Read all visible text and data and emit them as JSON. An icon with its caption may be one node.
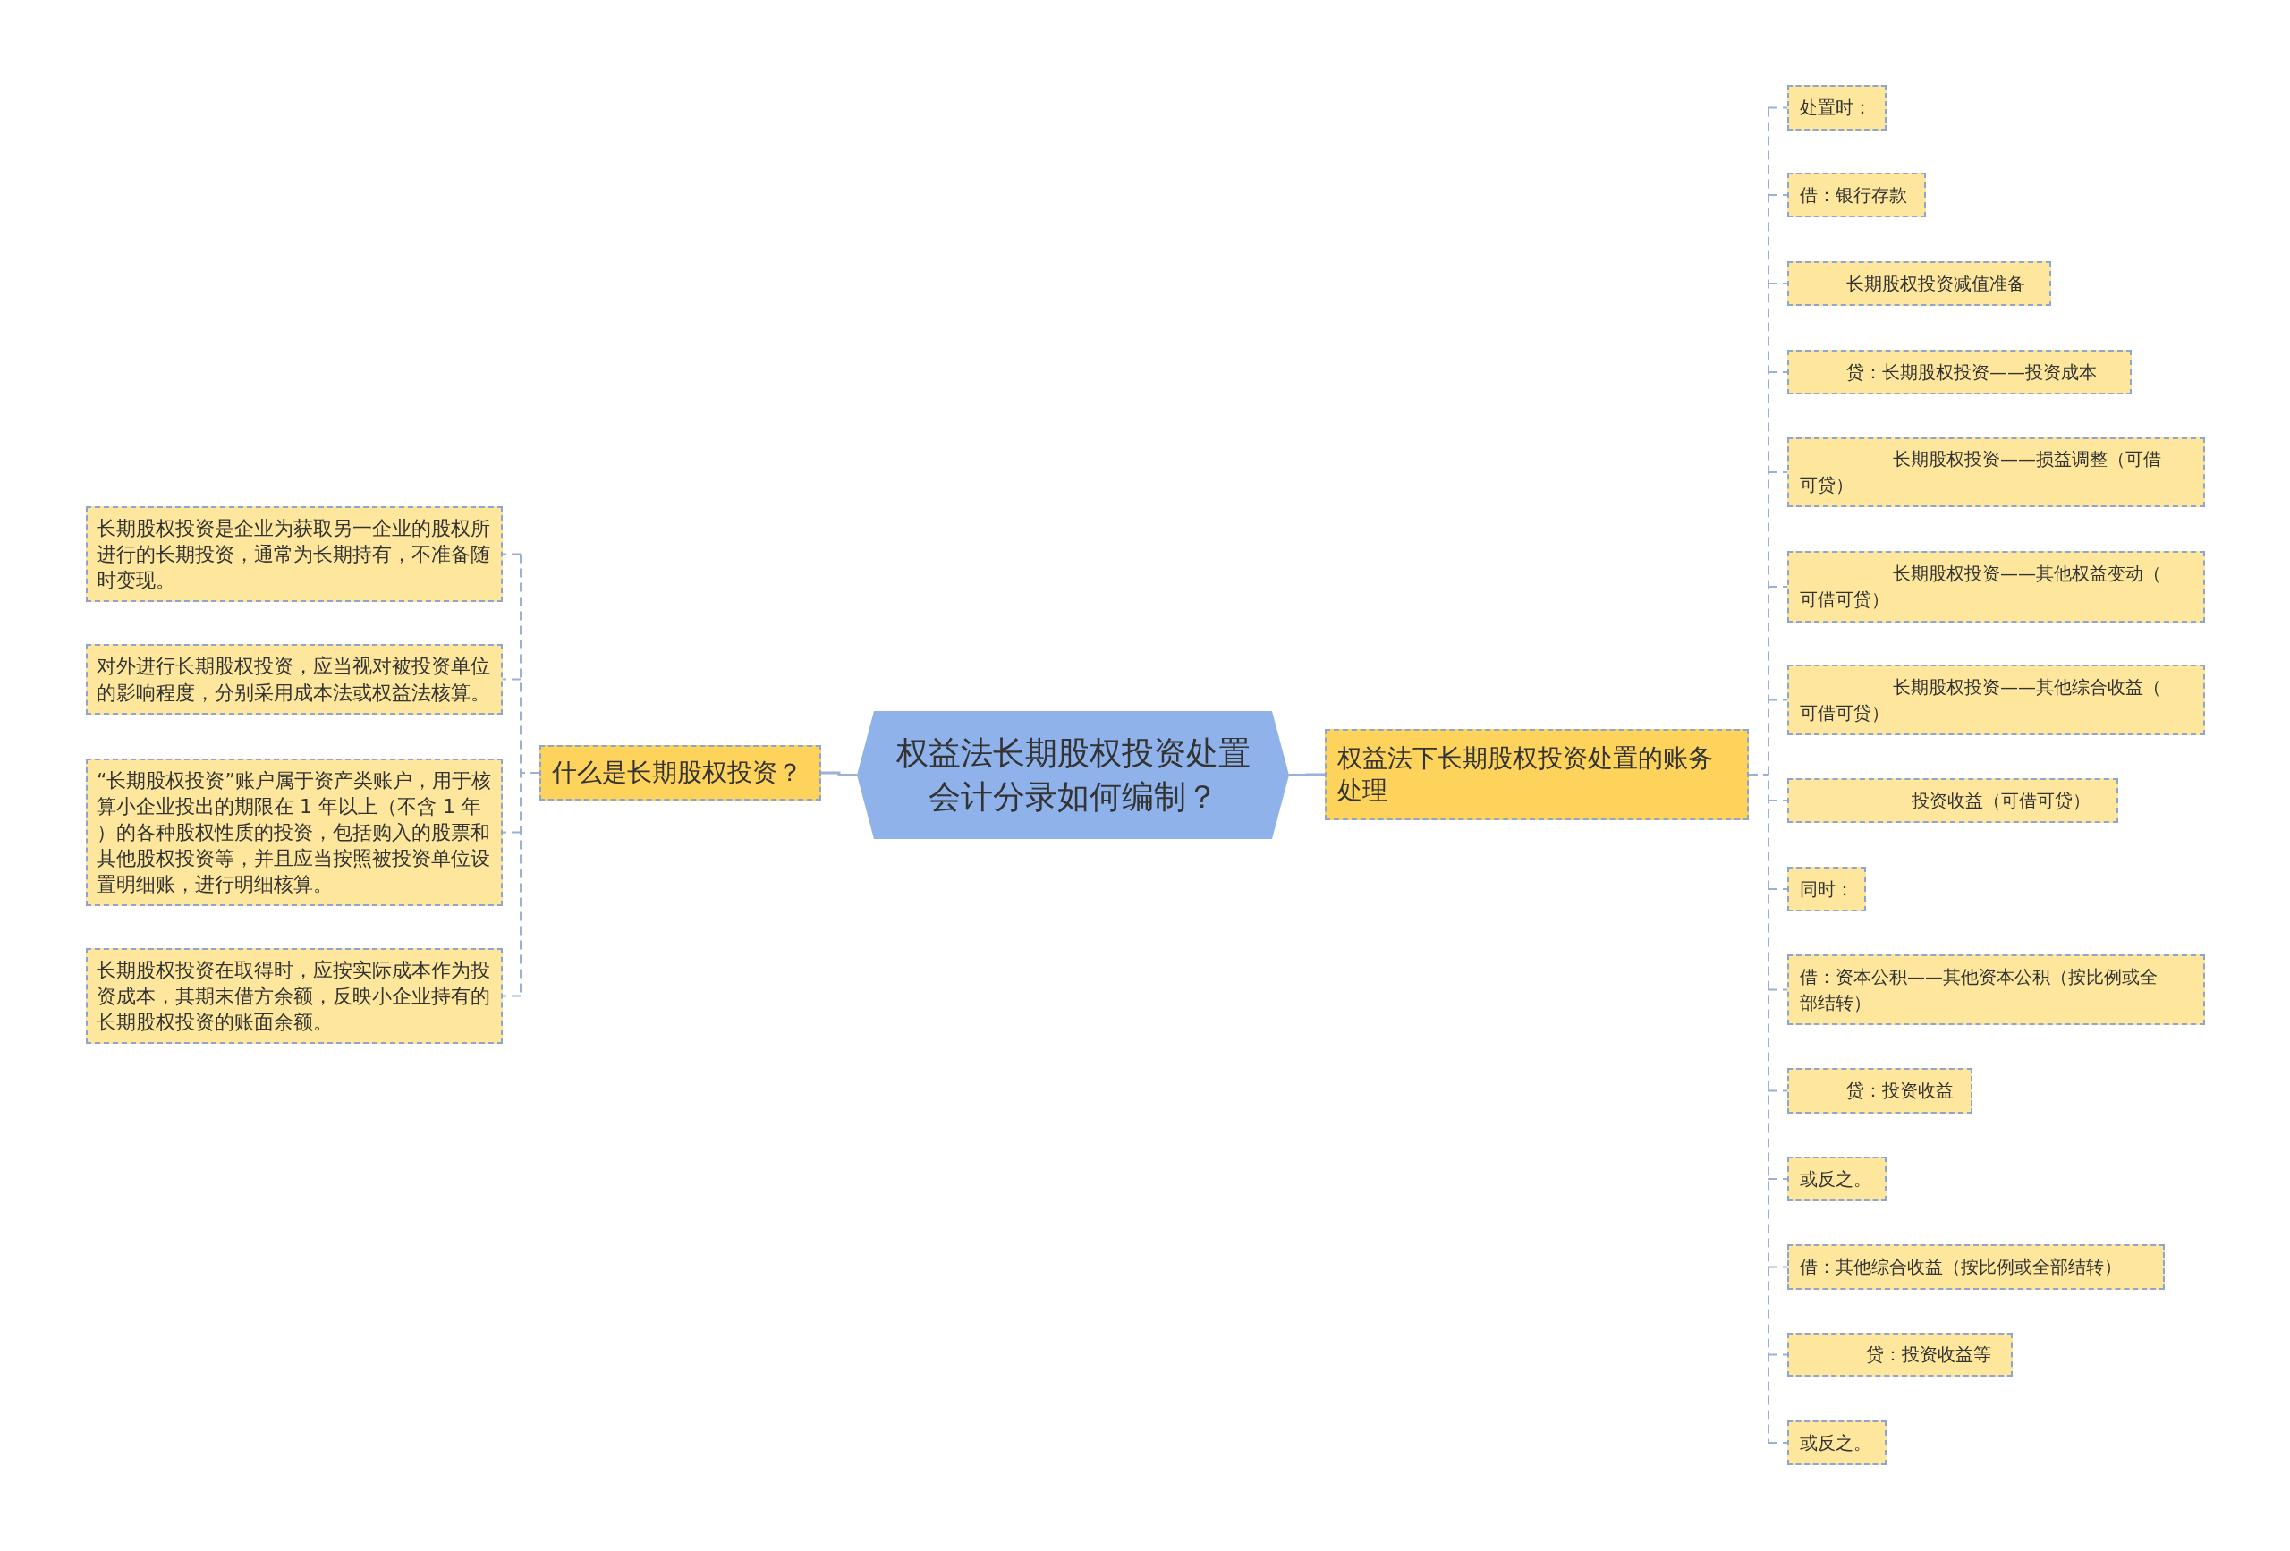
{
  "diagram": {
    "nodes": [
      {
        "text": [
          "权益法长期股权投资处置会计分录如何编制？"
        ]
      },
      {
        "text": [
          "什么是长期股权投资？"
        ]
      },
      {
        "text": [
          "长期股权投资是企业为获取另一企业的股权所进行的长期投资，通常为长期持有，不准备随时变现。"
        ]
      },
      {
        "text": [
          "对外进行长期股权投资，应当视对被投资单位的影响程度，分别采用成本法或权益法核算。"
        ]
      },
      {
        "text": [
          "“长期股权投资”账户属于资产类账户，用于核算小企业投出的期限在 1 年以上（不含 1 年）的各种股权性质的投资，包括购入的股票和其他股权投资等，并且应当按照被投资单位设置明细账，进行明细核算。"
        ]
      },
      {
        "text": [
          "长期股权投资在取得时，应按实际成本作为投资成本，其期末借方余额，反映小企业持有的长期股权投资的账面余额。"
        ]
      },
      {
        "text": [
          "权益法下长期股权投资处置的账务处理"
        ]
      },
      {
        "text": [
          "处置时："
        ]
      },
      {
        "text": [
          "借：银行存款"
        ]
      },
      {
        "text": [
          "长期股权投资减值准备"
        ]
      },
      {
        "text": [
          "贷：长期股权投资——投资成本"
        ]
      },
      {
        "text": [
          "长期股权投资——损益调整（可借可贷）"
        ]
      },
      {
        "text": [
          "长期股权投资——其他权益变动（可借可贷）"
        ]
      },
      {
        "text": [
          "长期股权投资——其他综合收益（可借可贷）"
        ]
      },
      {
        "text": [
          "投资收益（可借可贷）"
        ]
      },
      {
        "text": [
          "同时："
        ]
      },
      {
        "text": [
          "借：资本公积——其他资本公积（按比例或全部结转）"
        ]
      },
      {
        "text": [
          "贷：投资收益"
        ]
      },
      {
        "text": [
          "或反之。"
        ]
      },
      {
        "text": [
          "借：其他综合收益（按比例或全部结转）"
        ]
      },
      {
        "text": [
          "贷：投资收益等"
        ]
      },
      {
        "text": [
          "或反之。"
        ]
      }
    ],
    "edges": [
      {
        "from": 0,
        "to": 1,
        "arrow": "none"
      },
      {
        "from": 1,
        "to": 2,
        "arrow": "none",
        "style": "dashed"
      },
      {
        "from": 1,
        "to": 3,
        "arrow": "none",
        "style": "dashed"
      },
      {
        "from": 1,
        "to": 4,
        "arrow": "none",
        "style": "dashed"
      },
      {
        "from": 1,
        "to": 5,
        "arrow": "none",
        "style": "dashed"
      },
      {
        "from": 0,
        "to": 6,
        "arrow": "none"
      },
      {
        "from": 6,
        "to": 7,
        "arrow": "none",
        "style": "dashed"
      },
      {
        "from": 6,
        "to": 8,
        "arrow": "none",
        "style": "dashed"
      },
      {
        "from": 6,
        "to": 9,
        "arrow": "none",
        "style": "dashed"
      },
      {
        "from": 6,
        "to": 10,
        "arrow": "none",
        "style": "dashed"
      },
      {
        "from": 6,
        "to": 11,
        "arrow": "none",
        "style": "dashed"
      },
      {
        "from": 6,
        "to": 12,
        "arrow": "none",
        "style": "dashed"
      },
      {
        "from": 6,
        "to": 13,
        "arrow": "none",
        "style": "dashed"
      },
      {
        "from": 6,
        "to": 14,
        "arrow": "none",
        "style": "dashed"
      },
      {
        "from": 6,
        "to": 15,
        "arrow": "none",
        "style": "dashed"
      },
      {
        "from": 6,
        "to": 16,
        "arrow": "none",
        "style": "dashed"
      },
      {
        "from": 6,
        "to": 17,
        "arrow": "none",
        "style": "dashed"
      },
      {
        "from": 6,
        "to": 18,
        "arrow": "none",
        "style": "dashed"
      },
      {
        "from": 6,
        "to": 19,
        "arrow": "none",
        "style": "dashed"
      },
      {
        "from": 6,
        "to": 20,
        "arrow": "none",
        "style": "dashed"
      },
      {
        "from": 6,
        "to": 21,
        "arrow": "none",
        "style": "dashed"
      }
    ]
  }
}
